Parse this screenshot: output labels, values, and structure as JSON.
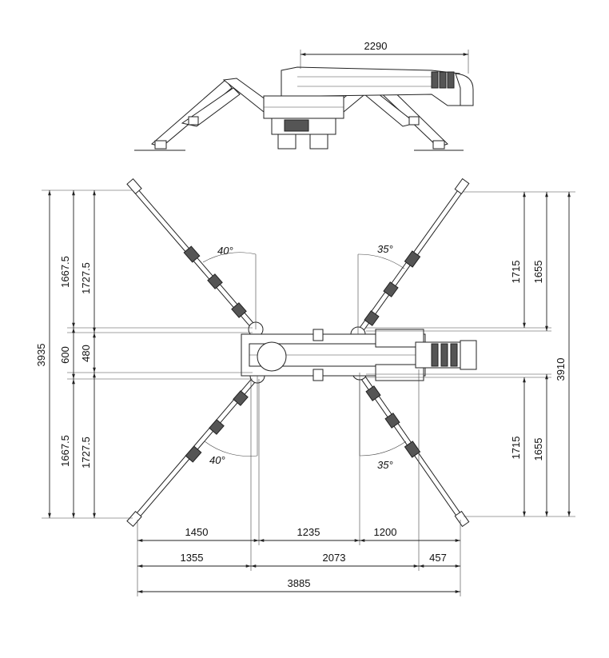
{
  "side_view": {
    "boom_dim": "2290"
  },
  "top_view": {
    "angles": {
      "top_left": "40°",
      "top_right": "35°",
      "bottom_left": "40°",
      "bottom_right": "35°"
    },
    "left_dims": {
      "total": "3935",
      "outer_top": "1667.5",
      "outer_mid": "600",
      "outer_bottom": "1667.5",
      "inner_top": "1727.5",
      "inner_mid": "480",
      "inner_bottom": "1727.5"
    },
    "right_dims": {
      "total": "3910",
      "inner_top": "1715",
      "inner_bottom": "1715",
      "outer_top": "1655",
      "outer_bottom": "1655"
    },
    "bottom_dims": {
      "row1": [
        "1450",
        "1235",
        "1200"
      ],
      "row2": [
        "1355",
        "2073",
        "457"
      ],
      "row3": "3885"
    }
  }
}
